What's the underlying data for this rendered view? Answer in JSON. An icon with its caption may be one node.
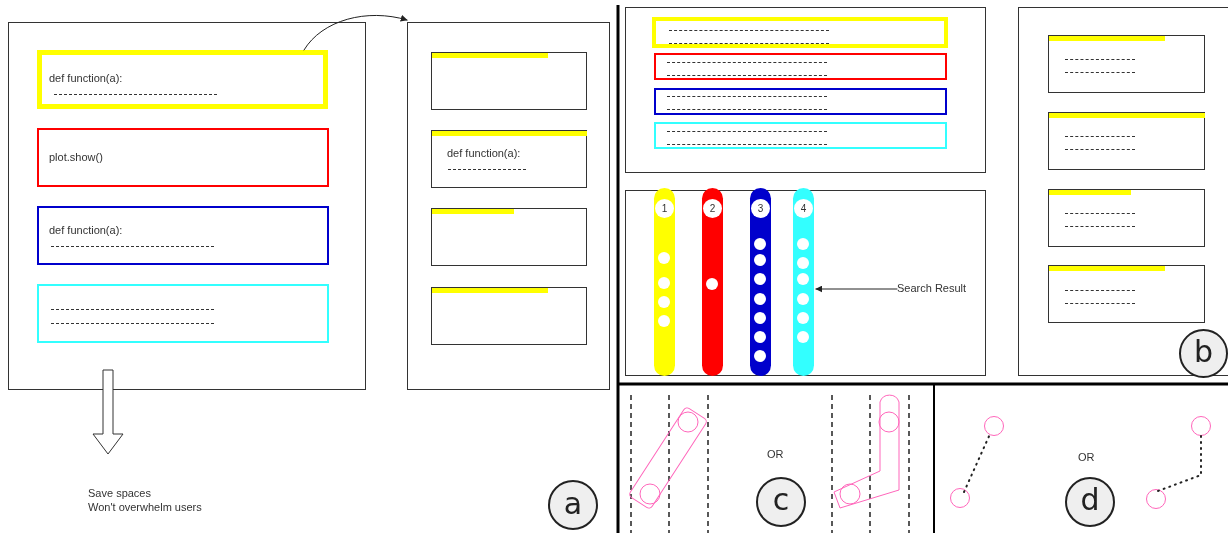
{
  "diagram": {
    "nodes": [
      {
        "text": [],
        "shape": "box"
      },
      {
        "text": [
          "def function(a):"
        ],
        "in": 0
      },
      {
        "text": [
          "plot.show()"
        ],
        "in": 0
      },
      {
        "text": [
          "def function(a):"
        ],
        "in": 0
      },
      {
        "text": [],
        "shape": "box",
        "in": 0
      },
      {
        "text": [],
        "shape": "box"
      },
      {
        "text": [],
        "shape": "box",
        "in": 5
      },
      {
        "text": [
          "def function(a):"
        ],
        "in": 5
      },
      {
        "text": [],
        "shape": "box",
        "in": 5
      },
      {
        "text": [],
        "shape": "box",
        "in": 5
      },
      {
        "text": [
          "Save spaces",
          "Won't overwhelm users"
        ]
      },
      {
        "text": [],
        "shape": "box"
      },
      {
        "text": [],
        "shape": "box",
        "in": 11
      },
      {
        "text": [],
        "shape": "box",
        "in": 11
      },
      {
        "text": [],
        "shape": "box",
        "in": 11
      },
      {
        "text": [],
        "shape": "box",
        "in": 11
      },
      {
        "text": [],
        "shape": "box"
      },
      {
        "text": [
          "1"
        ],
        "in": 16
      },
      {
        "text": [
          "2"
        ],
        "in": 16
      },
      {
        "text": [
          "3"
        ],
        "in": 16
      },
      {
        "text": [
          "4"
        ],
        "in": 16
      },
      {
        "text": [
          "Search Result"
        ],
        "in": 16
      },
      {
        "text": [],
        "shape": "box"
      },
      {
        "text": [],
        "shape": "box",
        "in": 22
      },
      {
        "text": [],
        "shape": "box",
        "in": 22
      },
      {
        "text": [],
        "shape": "box",
        "in": 22
      },
      {
        "text": [],
        "shape": "box",
        "in": 22
      },
      {
        "text": [],
        "shape": "circle"
      },
      {
        "text": [],
        "shape": "circle"
      },
      {
        "text": [],
        "shape": "circle"
      },
      {
        "text": [],
        "shape": "circle"
      }
    ],
    "edges": [
      {
        "from": 1,
        "to": 5,
        "arrow": "to"
      },
      {
        "from": 0,
        "to": 10,
        "arrow": "to",
        "style": "thick"
      },
      {
        "from": 21,
        "to": 20,
        "arrow": "to"
      },
      {
        "from": 28,
        "to": 27,
        "arrow": "none",
        "style": "dashed"
      },
      {
        "from": 30,
        "to": 29,
        "arrow": "none",
        "style": "dashed"
      }
    ],
    "labels": [
      "a",
      "b",
      "OR",
      "c",
      "OR",
      "d"
    ]
  }
}
